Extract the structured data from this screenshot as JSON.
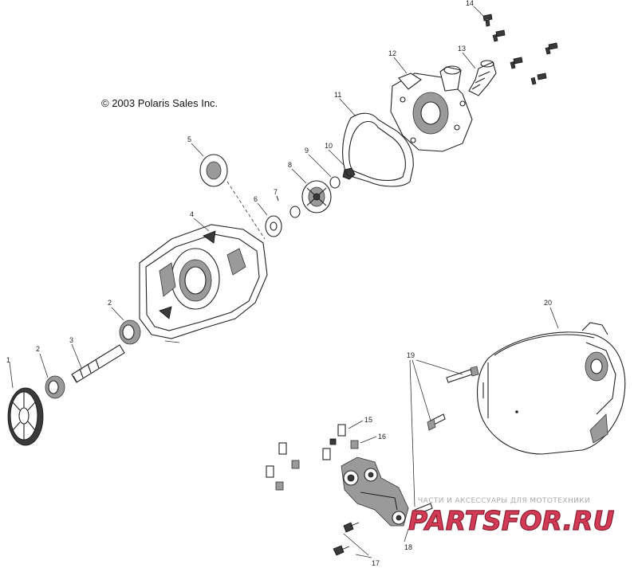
{
  "copyright": "© 2003 Polaris Sales Inc.",
  "callouts": [
    "1",
    "2",
    "2",
    "3",
    "4",
    "5",
    "6",
    "7",
    "8",
    "9",
    "10",
    "11",
    "12",
    "13",
    "14",
    "15",
    "16",
    "17",
    "18",
    "19",
    "20"
  ],
  "watermark": {
    "tagline": "ЧАСТИ И АКСЕССУАРЫ ДЛЯ МОТОТЕХНИКИ",
    "brand": "PARTSFOR.RU",
    "colors": {
      "brand": "#d23a55",
      "tagline": "#aaaaaa"
    }
  }
}
